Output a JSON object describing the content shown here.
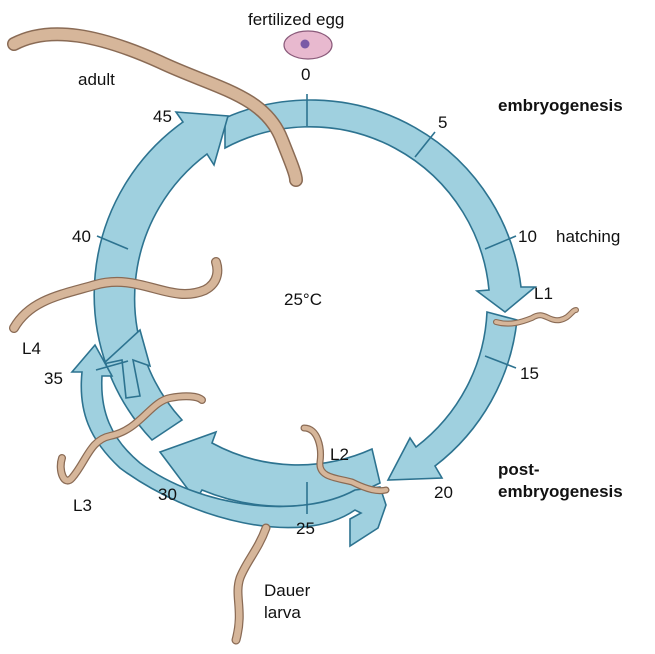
{
  "labels": {
    "fertilized_egg": "fertilized egg",
    "adult": "adult",
    "embryogenesis": "embryogenesis",
    "hatching": "hatching",
    "l1": "L1",
    "l2": "L2",
    "l3": "L3",
    "l4": "L4",
    "temperature": "25°C",
    "post_line1": "post-",
    "post_line2": "embryogenesis",
    "dauer_line1": "Dauer",
    "dauer_line2": "larva"
  },
  "hours": {
    "h0": "0",
    "h5": "5",
    "h10": "10",
    "h15": "15",
    "h20": "20",
    "h25": "25",
    "h30": "30",
    "h35": "35",
    "h40": "40",
    "h45": "45"
  },
  "colors": {
    "arrow_fill": "#9fd0df",
    "arrow_stroke": "#2d7390",
    "worm": "#d6b69a",
    "egg": "#e8b9cf",
    "egg_nucleus": "#7a5aa6"
  }
}
